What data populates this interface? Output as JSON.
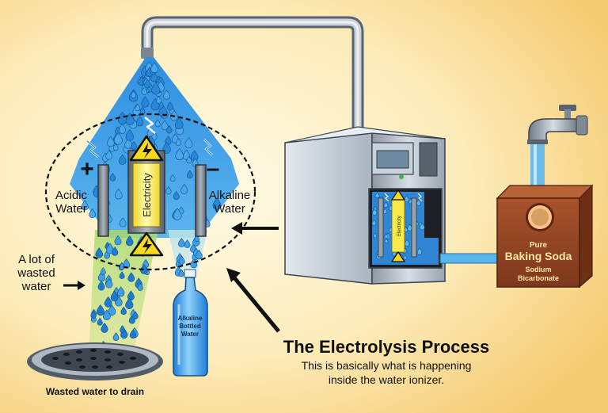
{
  "labels": {
    "plus": "+",
    "minus": "–",
    "acidic_1": "Acidic",
    "acidic_2": "Water",
    "alkaline_1": "Alkaline",
    "alkaline_2": "Water",
    "electricity": "Electricity",
    "wasted_1": "A lot of",
    "wasted_2": "wasted",
    "wasted_3": "water",
    "bottle_1": "Alkaline",
    "bottle_2": "Bottled",
    "bottle_3": "Water",
    "drain": "Wasted water to drain",
    "title": "The Electrolysis Process",
    "subtitle_1": "This is basically what is happening",
    "subtitle_2": "inside the water ionizer.",
    "soda_1": "Pure",
    "soda_2": "Baking Soda",
    "soda_3": "Sodium",
    "soda_4": "Bicarbonate",
    "mini_electricity": "Electricity"
  },
  "colors": {
    "background_light": "#fdf0c8",
    "background_dark": "#f6cf79",
    "water_blue": "#3fa4e6",
    "water_dark": "#1c6fc0",
    "electrode_yellow": "#f7ea4a",
    "machine_grey": "#b9c4cf",
    "box_brown": "#8f4322",
    "box_text": "#fde8a6"
  }
}
